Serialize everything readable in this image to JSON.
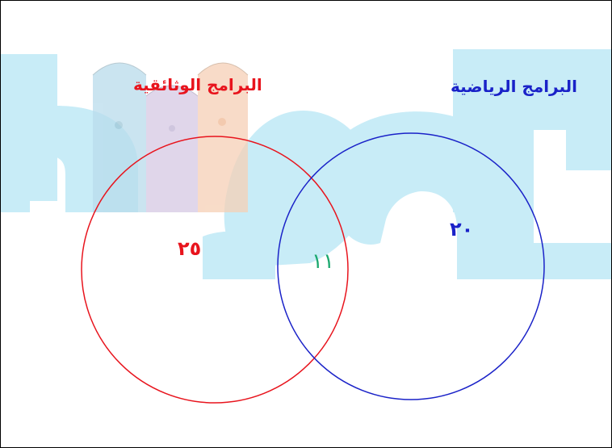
{
  "diagram": {
    "type": "venn",
    "sets": [
      {
        "label": "البرامج الوثائقية",
        "only_value": "٢٥",
        "color": "#e8141d"
      },
      {
        "label": "البرامج الرياضية",
        "only_value": "٢٠",
        "color": "#1a22c8"
      }
    ],
    "intersection": {
      "value": "١١",
      "color": "#1aa86e"
    }
  },
  "colors": {
    "watermark_cyan": "#c8ecf7",
    "watermark_pencil_blue": "#b9dcec",
    "watermark_pencil_purple": "#d6c9e4",
    "watermark_pencil_orange": "#f6d0b6"
  }
}
